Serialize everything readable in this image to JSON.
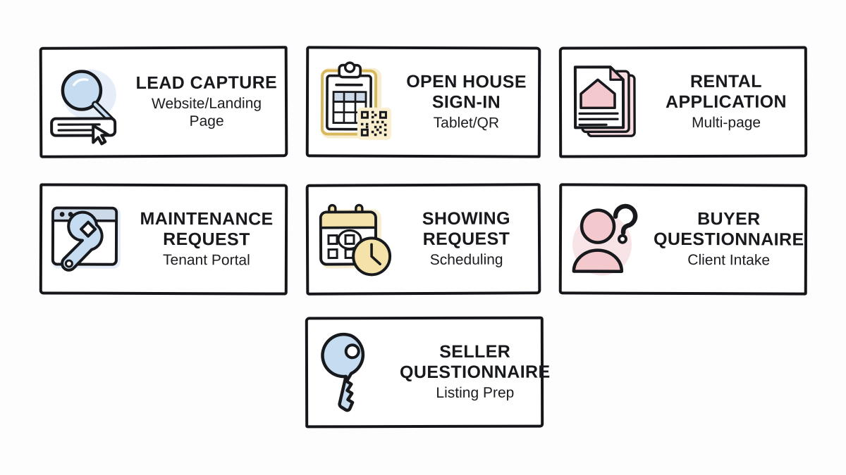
{
  "page": {
    "background_color": "#fdfdfd",
    "layout": "grid-7-cards",
    "rows": 3
  },
  "palette": {
    "ink": "#18191d",
    "card_background": "#ffffff",
    "blue_fill": "#c6dcf0",
    "blue_fill_light": "#dbe9f7",
    "pink_fill": "#f4c9ce",
    "pink_fill_light": "#fadfe2",
    "yellow_fill": "#f4e2a8",
    "yellow_fill_light": "#faf0cf",
    "gold_stroke": "#d9b85c",
    "table_header": "#cbd9e8"
  },
  "cards": [
    {
      "id": "lead-capture",
      "title": "LEAD CAPTURE",
      "subtitle": "Website/Landing\nPage",
      "icon_name": "magnifier-search-bar-cursor-icon",
      "accent_color": "#c6dcf0"
    },
    {
      "id": "open-house-signin",
      "title": "OPEN HOUSE\nSIGN-IN",
      "subtitle": "Tablet/QR",
      "icon_name": "clipboard-qr-code-icon",
      "accent_color": "#f4e2a8"
    },
    {
      "id": "rental-application",
      "title": "RENTAL\nAPPLICATION",
      "subtitle": "Multi-page",
      "icon_name": "document-stack-house-icon",
      "accent_color": "#f4c9ce"
    },
    {
      "id": "maintenance-request",
      "title": "MAINTENANCE\nREQUEST",
      "subtitle": "Tenant Portal",
      "icon_name": "browser-window-wrench-icon",
      "accent_color": "#c6dcf0"
    },
    {
      "id": "showing-request",
      "title": "SHOWING\nREQUEST",
      "subtitle": "Scheduling",
      "icon_name": "calendar-clock-icon",
      "accent_color": "#f4e2a8"
    },
    {
      "id": "buyer-questionnaire",
      "title": "BUYER\nQUESTIONNAIRE",
      "subtitle": "Client Intake",
      "icon_name": "person-question-mark-icon",
      "accent_color": "#f4c9ce"
    },
    {
      "id": "seller-questionnaire",
      "title": "SELLER\nQUESTIONNAIRE",
      "subtitle": "Listing Prep",
      "icon_name": "key-icon",
      "accent_color": "#c6dcf0"
    }
  ]
}
